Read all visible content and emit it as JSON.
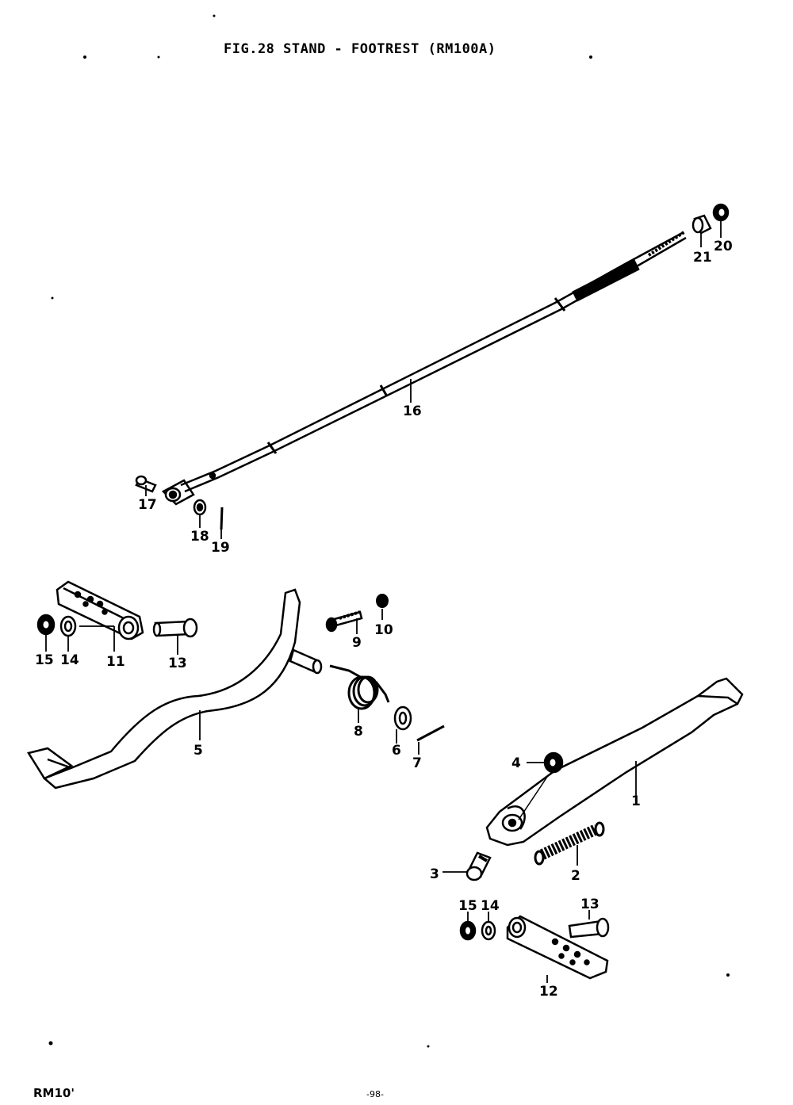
{
  "title": "FIG.28  STAND - FOOTREST (RM100A)",
  "footer": {
    "model_code": "RM10'",
    "page_number": "-98-"
  },
  "callouts": [
    "1",
    "2",
    "3",
    "4",
    "5",
    "6",
    "7",
    "8",
    "9",
    "10",
    "11",
    "12",
    "13",
    "13",
    "14",
    "14",
    "15",
    "15",
    "16",
    "17",
    "18",
    "19",
    "20",
    "21"
  ],
  "colors": {
    "ink": "#000000",
    "paper": "#ffffff"
  }
}
